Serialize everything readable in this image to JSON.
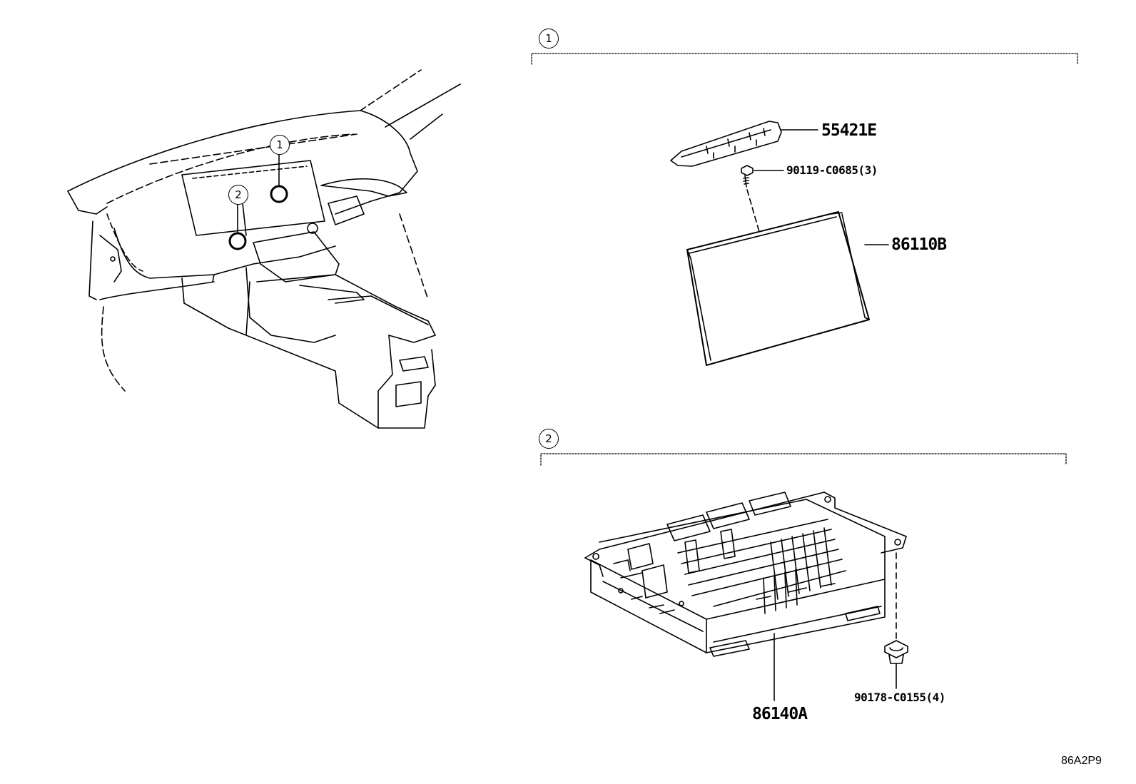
{
  "callouts": {
    "section_1": "1",
    "section_2": "2"
  },
  "parts": {
    "p55421E": "55421E",
    "p90119": "90119-C0685(3)",
    "p86110B": "86110B",
    "p86140A": "86140A",
    "p90178": "90178-C0155(4)"
  },
  "diagram_code": "86A2P9"
}
